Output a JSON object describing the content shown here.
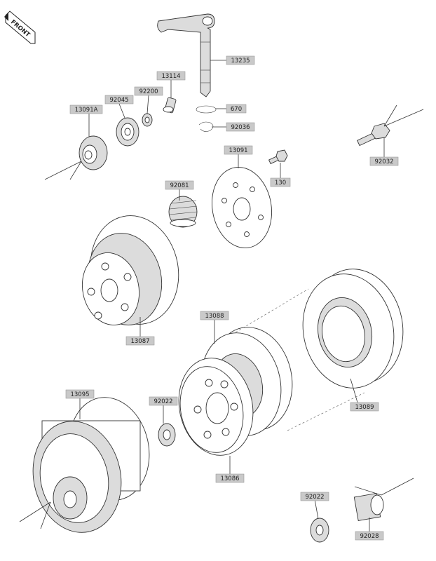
{
  "front_badge": "FRONT",
  "parts": [
    {
      "id": "p13235",
      "label": "13235"
    },
    {
      "id": "p13114",
      "label": "13114"
    },
    {
      "id": "p92200",
      "label": "92200"
    },
    {
      "id": "p92045",
      "label": "92045"
    },
    {
      "id": "p13091A",
      "label": "13091A"
    },
    {
      "id": "p670",
      "label": "670"
    },
    {
      "id": "p92036",
      "label": "92036"
    },
    {
      "id": "p92032",
      "label": "92032"
    },
    {
      "id": "p13091",
      "label": "13091"
    },
    {
      "id": "p130",
      "label": "130"
    },
    {
      "id": "p92081",
      "label": "92081"
    },
    {
      "id": "p13087",
      "label": "13087"
    },
    {
      "id": "p13088",
      "label": "13088"
    },
    {
      "id": "p13089",
      "label": "13089"
    },
    {
      "id": "p13095",
      "label": "13095"
    },
    {
      "id": "p92022a",
      "label": "92022"
    },
    {
      "id": "p13086",
      "label": "13086"
    },
    {
      "id": "p92022b",
      "label": "92022"
    },
    {
      "id": "p92028",
      "label": "92028"
    }
  ]
}
